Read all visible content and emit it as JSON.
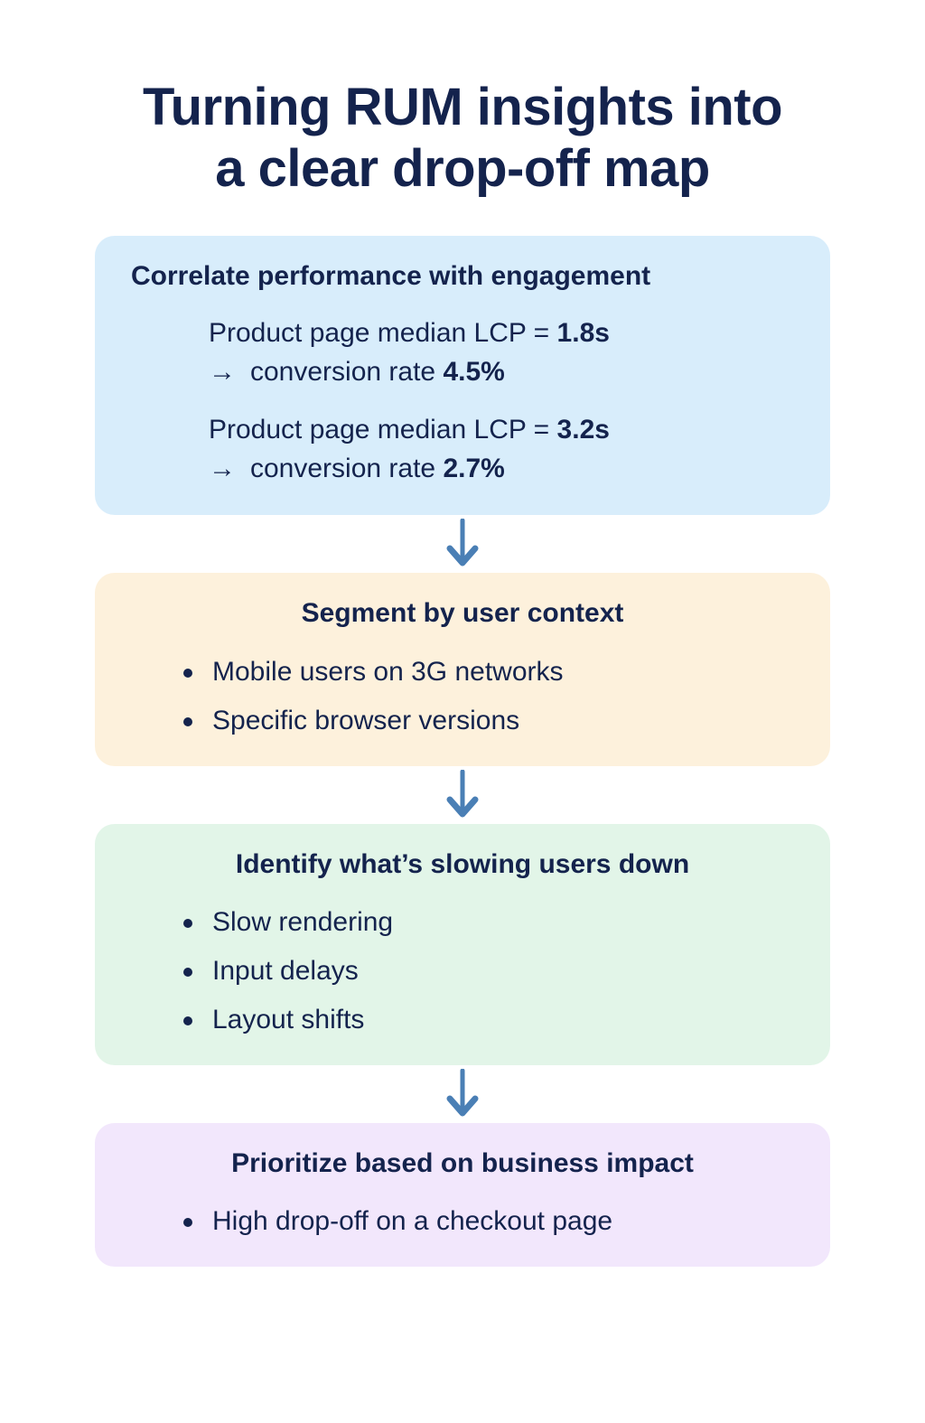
{
  "title": {
    "line1": "Turning RUM insights into",
    "line2": "a clear drop-off map"
  },
  "colors": {
    "text": "#14234d",
    "background": "#ffffff",
    "card_blue": "#d8edfb",
    "card_cream": "#fdf1dc",
    "card_mint": "#e2f5e8",
    "card_lilac": "#f2e7fc",
    "arrow": "#4a7fb5"
  },
  "flow": {
    "steps": [
      {
        "id": "correlate",
        "title": "Correlate performance with engagement",
        "title_align": "left",
        "color": "blue",
        "metrics": [
          {
            "line1_prefix": "Product page median LCP = ",
            "line1_value": "1.8s",
            "arrow": "→",
            "line2_prefix": "conversion rate ",
            "line2_value": "4.5%"
          },
          {
            "line1_prefix": "Product page median LCP = ",
            "line1_value": "3.2s",
            "arrow": "→",
            "line2_prefix": "conversion rate ",
            "line2_value": "2.7%"
          }
        ],
        "bullets": []
      },
      {
        "id": "segment",
        "title": "Segment by user context",
        "title_align": "center",
        "color": "cream",
        "metrics": [],
        "bullets": [
          "Mobile users on 3G networks",
          "Specific browser versions"
        ]
      },
      {
        "id": "identify",
        "title": "Identify what’s slowing users down",
        "title_align": "center",
        "color": "mint",
        "metrics": [],
        "bullets": [
          "Slow rendering",
          "Input delays",
          "Layout shifts"
        ]
      },
      {
        "id": "prioritize",
        "title": "Prioritize based on business impact",
        "title_align": "center",
        "color": "lilac",
        "metrics": [],
        "bullets": [
          "High drop-off on a checkout page"
        ]
      }
    ],
    "connector_icon": "arrow-down-icon"
  }
}
